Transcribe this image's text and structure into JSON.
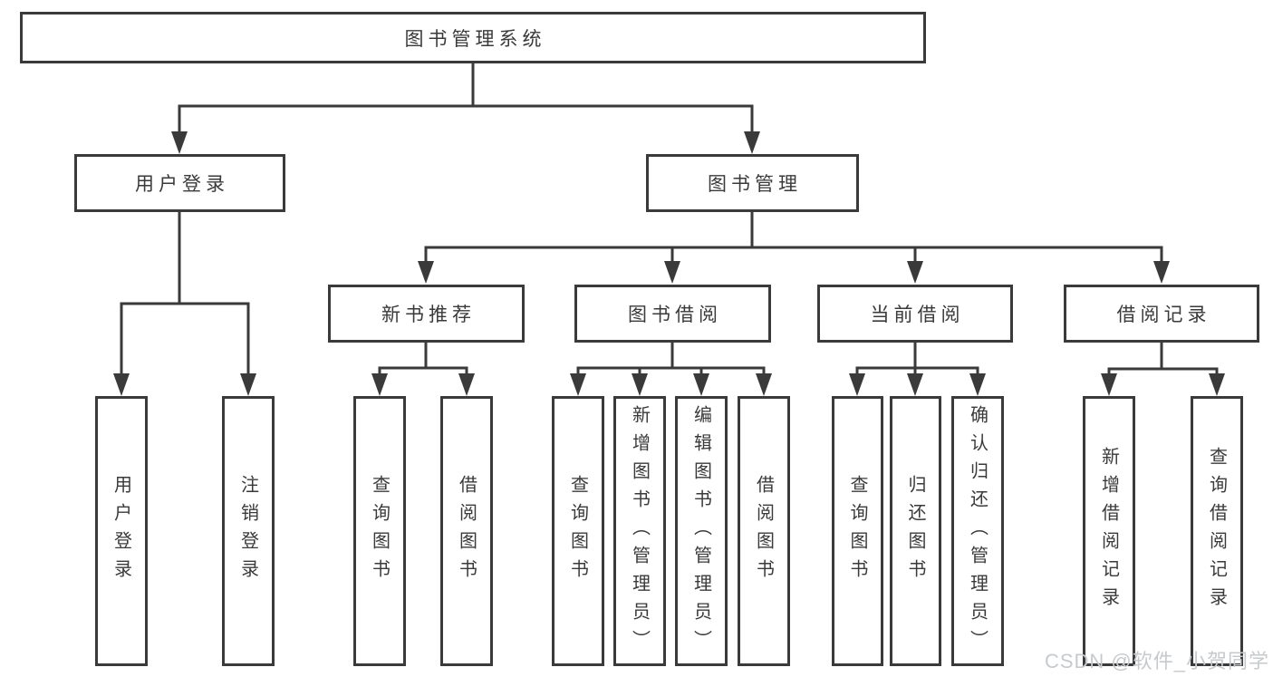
{
  "diagram_title": "图书管理系统",
  "watermark": "CSDN @软件_小贺同学",
  "colors": {
    "line": "#3a3a3a",
    "box_border": "#3a3a3a",
    "text": "#3a3a3a",
    "watermark": "#c7cacd",
    "background": "#ffffff"
  },
  "tree": {
    "label": "图书管理系统",
    "children": [
      {
        "label": "用户登录",
        "children": [
          {
            "label": "用户登录"
          },
          {
            "label": "注销登录"
          }
        ]
      },
      {
        "label": "图书管理",
        "children": [
          {
            "label": "新书推荐",
            "children": [
              {
                "label": "查询图书"
              },
              {
                "label": "借阅图书"
              }
            ]
          },
          {
            "label": "图书借阅",
            "children": [
              {
                "label": "查询图书"
              },
              {
                "label": "新增图书（管理员）"
              },
              {
                "label": "编辑图书（管理员）"
              },
              {
                "label": "借阅图书"
              }
            ]
          },
          {
            "label": "当前借阅",
            "children": [
              {
                "label": "查询图书"
              },
              {
                "label": "归还图书"
              },
              {
                "label": "确认归还（管理员）"
              }
            ]
          },
          {
            "label": "借阅记录",
            "children": [
              {
                "label": "新增借阅记录"
              },
              {
                "label": "查询借阅记录"
              }
            ]
          }
        ]
      }
    ]
  }
}
